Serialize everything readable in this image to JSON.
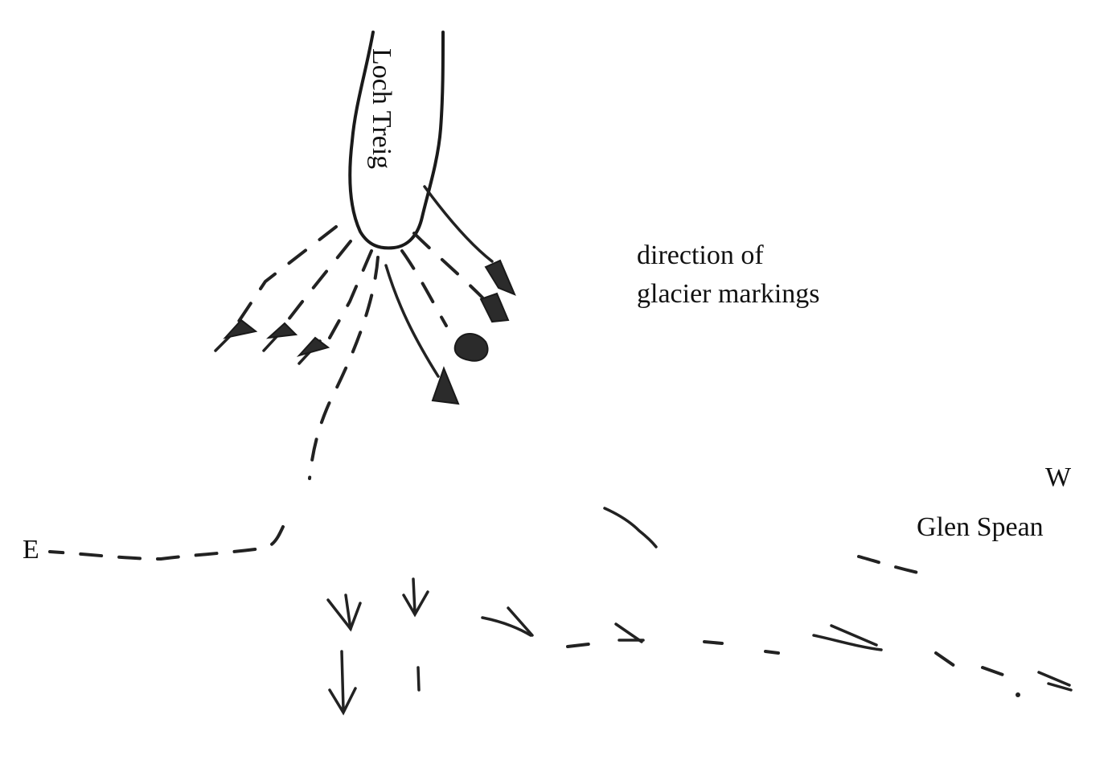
{
  "labels": {
    "loch": "Loch Treig",
    "legend_line1": "direction of",
    "legend_line2": "glacier markings",
    "east": "E",
    "west": "W",
    "glen": "Glen Spean"
  },
  "colors": {
    "ink": "#1a1a1a",
    "background": "#ffffff"
  }
}
